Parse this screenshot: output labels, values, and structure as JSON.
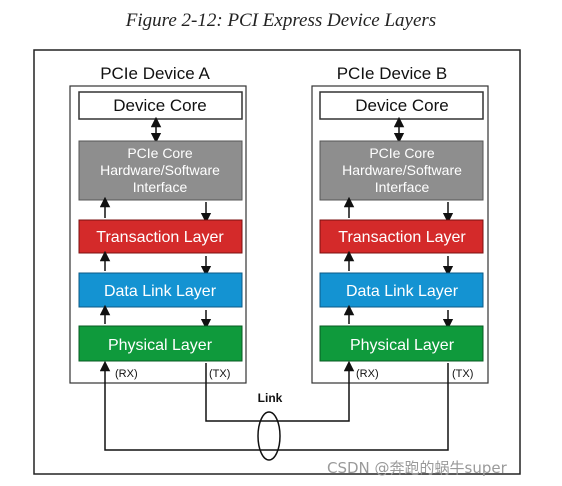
{
  "figure_title": "Figure 2-12: PCI Express Device Layers",
  "devices": [
    {
      "label": "PCIe Device A",
      "device_core": "Device Core",
      "sw_interface": [
        "PCIe Core",
        "Hardware/Software",
        "Interface"
      ],
      "transaction_layer": "Transaction Layer",
      "data_link_layer": "Data Link Layer",
      "physical_layer": "Physical Layer",
      "rx_label": "(RX)",
      "tx_label": "(TX)"
    },
    {
      "label": "PCIe Device B",
      "device_core": "Device Core",
      "sw_interface": [
        "PCIe Core",
        "Hardware/Software",
        "Interface"
      ],
      "transaction_layer": "Transaction Layer",
      "data_link_layer": "Data Link Layer",
      "physical_layer": "Physical Layer",
      "rx_label": "(RX)",
      "tx_label": "(TX)"
    }
  ],
  "link_label": "Link",
  "watermark": "CSDN @奔跑的蜗牛super",
  "colors": {
    "transaction": "#d42a2a",
    "data_link": "#1493d2",
    "physical": "#0f9a3c",
    "sw_interface": "#8e8e8e"
  }
}
